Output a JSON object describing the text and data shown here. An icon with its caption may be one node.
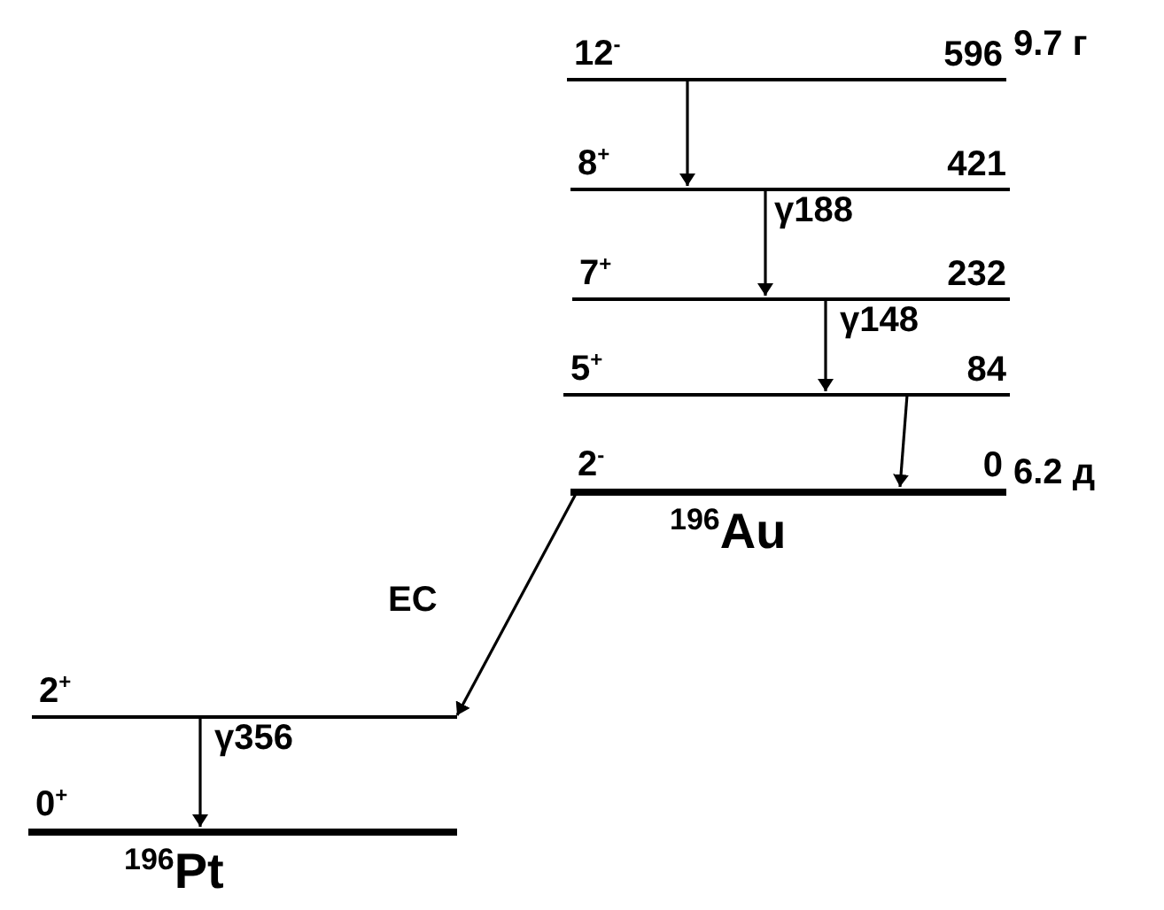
{
  "diagram": {
    "nodes": [
      {
        "text": [
          "12$^{-}$",
          "596"
        ],
        "beside": [
          "9.7 г"
        ]
      },
      {
        "text": [
          "8$^{+}$",
          "421"
        ]
      },
      {
        "text": [
          "7$^{+}$",
          "232"
        ]
      },
      {
        "text": [
          "5$^{+}$",
          "84"
        ]
      },
      {
        "text": [
          "2$^{-}$",
          "0"
        ],
        "beside": [
          "6.2 д"
        ]
      },
      {
        "text": [
          "2$^{+}$"
        ]
      },
      {
        "text": [
          "0$^{+}$"
        ]
      }
    ],
    "edges": [
      {
        "from": 0,
        "to": 1,
        "arrow": "to"
      },
      {
        "from": 1,
        "to": 2,
        "arrow": "to",
        "label": "γ188"
      },
      {
        "from": 2,
        "to": 3,
        "arrow": "to",
        "label": "γ148"
      },
      {
        "from": 3,
        "to": 4,
        "arrow": "to"
      },
      {
        "from": 4,
        "to": 5,
        "arrow": "to",
        "label": "EC"
      },
      {
        "from": 5,
        "to": 6,
        "arrow": "to",
        "label": "γ356"
      }
    ],
    "labels": [
      "$^{196}$Au",
      "$^{196}$Pt"
    ]
  }
}
